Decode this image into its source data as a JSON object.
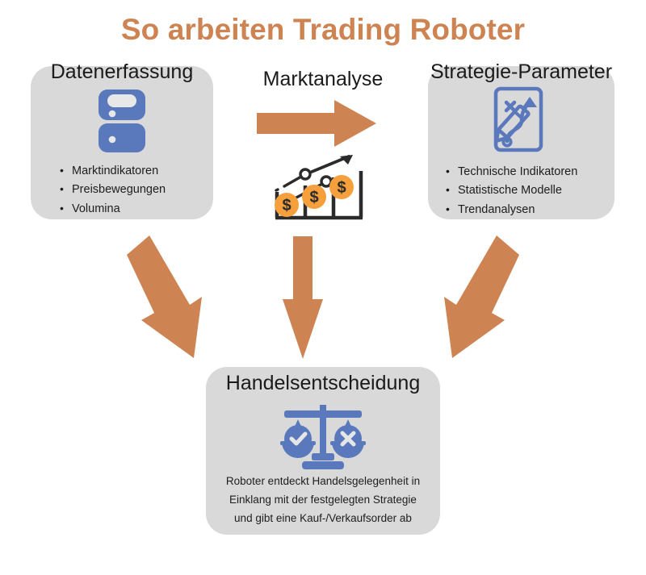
{
  "title": "So arbeiten Trading Roboter",
  "colors": {
    "accent_orange": "#CD8452",
    "coin_orange": "#F5A03C",
    "icon_blue": "#5A78BC",
    "card_grey": "#D9D9D9",
    "text_dark": "#1d1d1d",
    "background": "#FFFFFF"
  },
  "cards": {
    "data_collection": {
      "title": "Datenerfassung",
      "icon": "database-server-icon",
      "bullets": [
        "Marktindikatoren",
        "Preisbewegungen",
        "Volumina"
      ]
    },
    "market_analysis": {
      "title": "Marktanalyse",
      "arrow_icon": "right-arrow-icon",
      "icon": "growth-chart-coins-icon"
    },
    "strategy_parameters": {
      "title": "Strategie-Parameter",
      "icon": "strategy-plan-pencil-icon",
      "bullets": [
        "Technische Indikatoren",
        "Statistische Modelle",
        "Trendanalysen"
      ]
    },
    "trade_decision": {
      "title": "Handelsentscheidung",
      "icon": "balance-scale-check-cross-icon",
      "body_lines": [
        "Roboter entdeckt Handelsgelegenheit in",
        "Einklang mit der festgelegten Strategie",
        "und gibt eine Kauf-/Verkaufsorder ab"
      ]
    }
  },
  "connectors": [
    {
      "name": "arrow-left-to-decision",
      "direction": "down-right"
    },
    {
      "name": "arrow-middle-to-decision",
      "direction": "down"
    },
    {
      "name": "arrow-right-to-decision",
      "direction": "down-left"
    }
  ]
}
